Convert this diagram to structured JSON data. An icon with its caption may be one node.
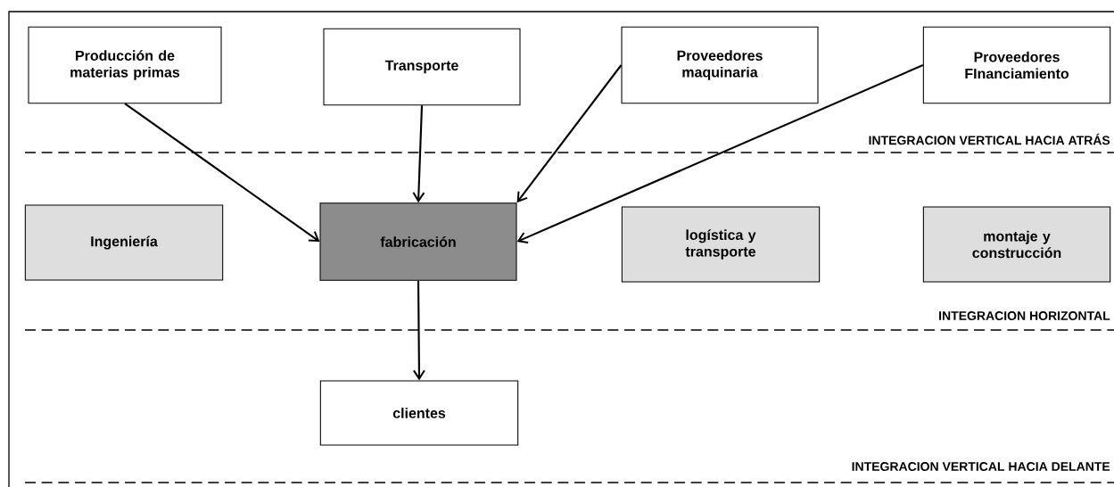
{
  "diagram": {
    "nodes": [
      {
        "text": [
          "Producción de materias primas"
        ]
      },
      {
        "text": [
          "Transporte"
        ]
      },
      {
        "text": [
          "Proveedores maquinaria"
        ]
      },
      {
        "text": [
          "Proveedores FInanciamiento"
        ]
      },
      {
        "text": [
          "Ingeniería"
        ]
      },
      {
        "text": [
          "fabricación"
        ]
      },
      {
        "text": [
          "logística y transporte"
        ]
      },
      {
        "text": [
          "montaje y construcción"
        ]
      },
      {
        "text": [
          "clientes"
        ]
      }
    ],
    "edges": [
      {
        "from": 0,
        "to": 5,
        "arrow": "to"
      },
      {
        "from": 1,
        "to": 5,
        "arrow": "to"
      },
      {
        "from": 2,
        "to": 5,
        "arrow": "to"
      },
      {
        "from": 3,
        "to": 5,
        "arrow": "to"
      },
      {
        "from": 5,
        "to": 8,
        "arrow": "to"
      }
    ],
    "labels": [
      "INTEGRACION VERTICAL HACIA ATRÁS",
      "INTEGRACION HORIZONTAL",
      "INTEGRACION VERTICAL HACIA DELANTE"
    ]
  }
}
